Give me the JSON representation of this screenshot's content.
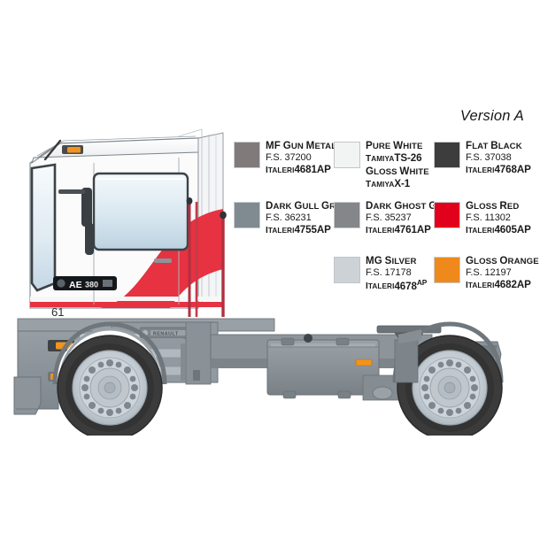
{
  "page": {
    "background": "#ffffff",
    "version_label": "Version A"
  },
  "legend": {
    "rows": [
      [
        {
          "name_caps": "MF GUN METAL",
          "name_display": "MF Gun Metal",
          "swatch_color": "#807a7b",
          "fs_code": "F.S. 37200",
          "brand": "ITALERI",
          "brand_code": "4681AP",
          "brand_suffix": ""
        },
        {
          "name_caps": "PURE WHITE",
          "name_display": "Pure White",
          "swatch_color": "#f2f3f3",
          "fs_code": "",
          "brand": "TAMIYA",
          "brand_code": "TS-26",
          "brand_suffix": "",
          "name2_display": "Gloss White",
          "brand2": "TAMIYA",
          "brand2_code": "X-1"
        },
        {
          "name_caps": "FLAT BLACK",
          "name_display": "Flat Black",
          "swatch_color": "#3d3d3d",
          "fs_code": "F.S. 37038",
          "brand": "ITALERI",
          "brand_code": "4768AP",
          "brand_suffix": ""
        }
      ],
      [
        {
          "name_caps": "DARK GULL GRAY",
          "name_display": "Dark Gull Gray",
          "swatch_color": "#808a91",
          "fs_code": "F.S. 36231",
          "brand": "ITALERI",
          "brand_code": "4755AP",
          "brand_suffix": ""
        },
        {
          "name_caps": "DARK GHOST GRAY",
          "name_display": "Dark Ghost Gray",
          "swatch_color": "#84868a",
          "fs_code": "F.S. 35237",
          "brand": "ITALERI",
          "brand_code": "4761AP",
          "brand_suffix": ""
        },
        {
          "name_caps": "GLOSS RED",
          "name_display": "Gloss Red",
          "swatch_color": "#e2011c",
          "fs_code": "F.S. 11302",
          "brand": "ITALERI",
          "brand_code": "4605AP",
          "brand_suffix": ""
        }
      ],
      [
        {
          "empty": true
        },
        {
          "name_caps": "MG SILVER",
          "name_display": "MG Silver",
          "swatch_color": "#ccd2d6",
          "fs_code": "F.S. 17178",
          "brand": "ITALERI",
          "brand_code": "4678",
          "brand_suffix": "AP"
        },
        {
          "name_caps": "GLOSS ORANGE",
          "name_display": "Gloss Orange",
          "swatch_color": "#f0891b",
          "fs_code": "F.S. 12197",
          "brand": "ITALERI",
          "brand_code": "4682AP",
          "brand_suffix": ""
        }
      ]
    ]
  },
  "truck": {
    "model_badge": "AE 380",
    "door_number": "61",
    "maker_plate": "RENAULT",
    "colors": {
      "cab_white": "#fbfbfb",
      "cab_red": "#e63241",
      "chassis_gray": "#8a9298",
      "chassis_gray_dark": "#6f777d",
      "glass_blue": "#d4e3ec",
      "tire_black": "#3b3b3b",
      "rim_silver": "#c3ccd3",
      "marker_orange": "#f1931f",
      "taillight_red": "#d42a2a",
      "outline": "#6a7278"
    }
  }
}
